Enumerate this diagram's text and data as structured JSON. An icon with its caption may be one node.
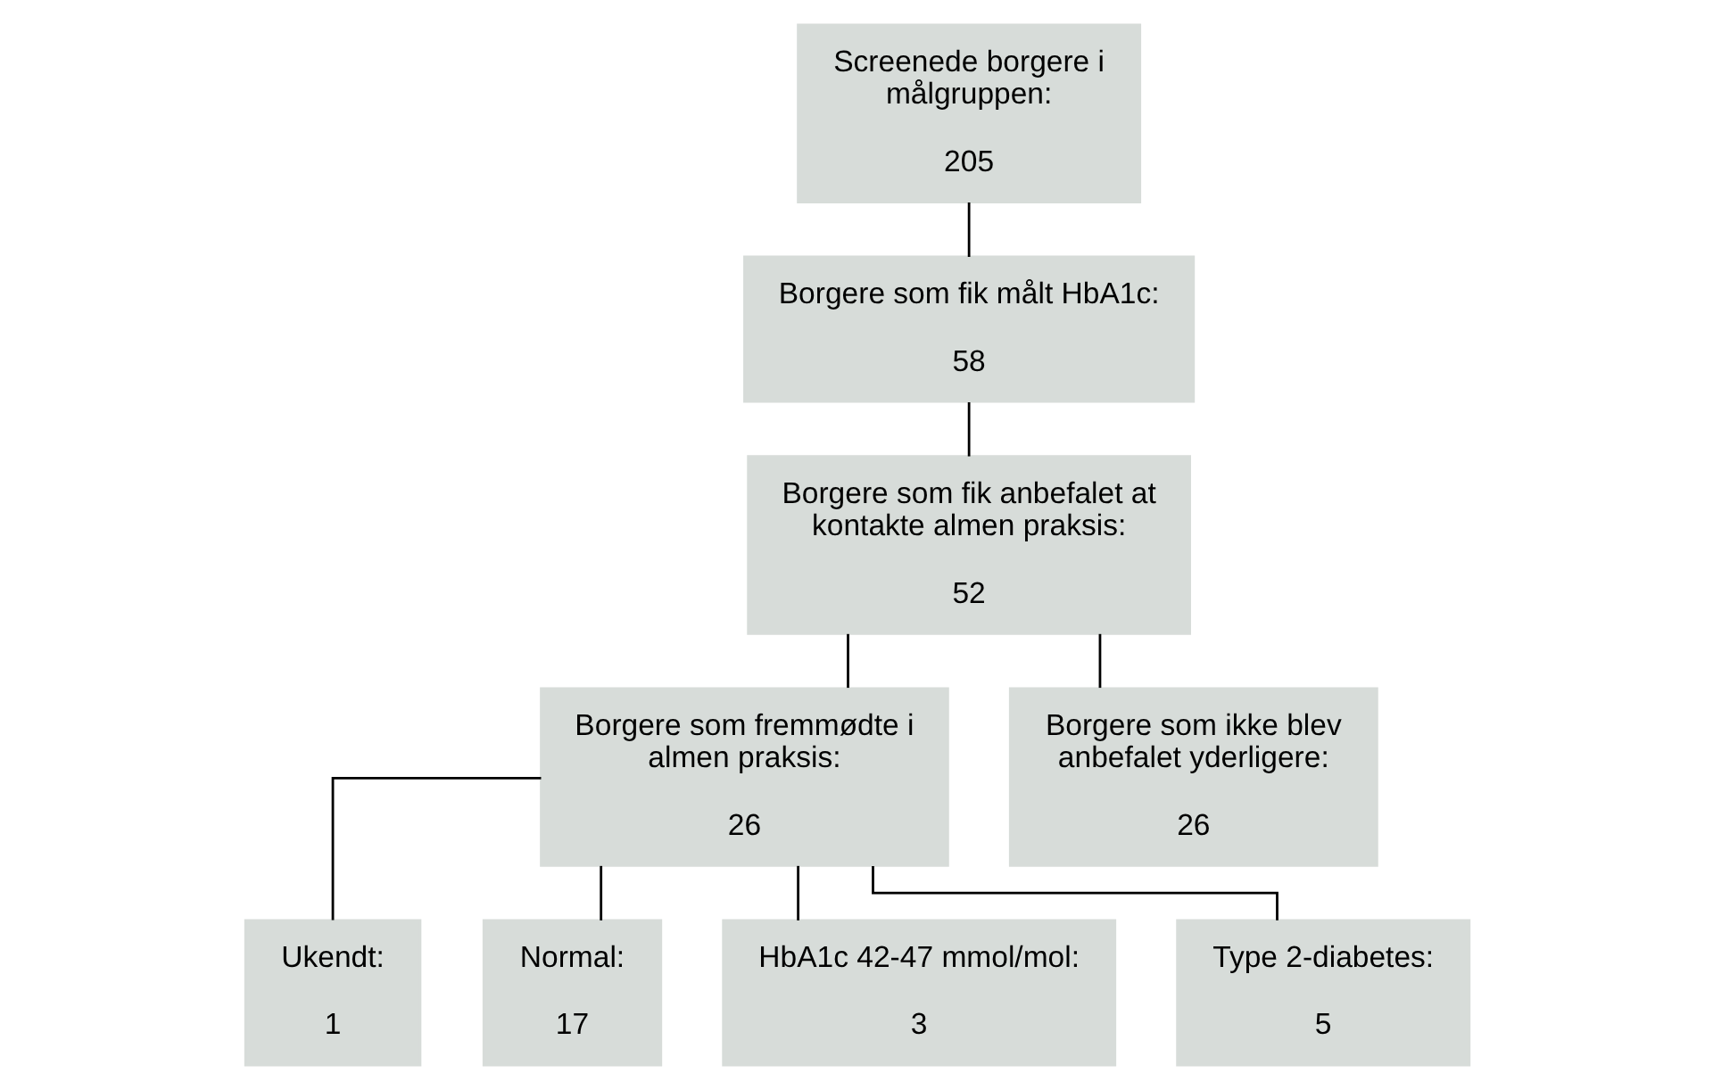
{
  "diagram": {
    "nodes": [
      {
        "text": [
          "Screenede borgere i målgruppen:",
          "205"
        ]
      },
      {
        "text": [
          "Borgere som fik målt HbA1c:",
          "58"
        ]
      },
      {
        "text": [
          "Borgere som fik anbefalet at kontakte almen praksis:",
          "52"
        ]
      },
      {
        "text": [
          "Borgere som fremmødte i almen praksis:",
          "26"
        ]
      },
      {
        "text": [
          "Borgere som ikke blev anbefalet yderligere:",
          "26"
        ]
      },
      {
        "text": [
          "Ukendt:",
          "1"
        ]
      },
      {
        "text": [
          "Normal:",
          "17"
        ]
      },
      {
        "text": [
          "HbA1c 42-47 mmol/mol:",
          "3"
        ]
      },
      {
        "text": [
          "Type 2-diabetes:",
          "5"
        ]
      }
    ],
    "edges": [
      {
        "from": 0,
        "to": 1,
        "arrow": "none"
      },
      {
        "from": 1,
        "to": 2,
        "arrow": "none"
      },
      {
        "from": 2,
        "to": 3,
        "arrow": "none"
      },
      {
        "from": 2,
        "to": 4,
        "arrow": "none"
      },
      {
        "from": 3,
        "to": 5,
        "arrow": "none"
      },
      {
        "from": 3,
        "to": 6,
        "arrow": "none"
      },
      {
        "from": 3,
        "to": 7,
        "arrow": "none"
      },
      {
        "from": 3,
        "to": 8,
        "arrow": "none"
      }
    ]
  }
}
